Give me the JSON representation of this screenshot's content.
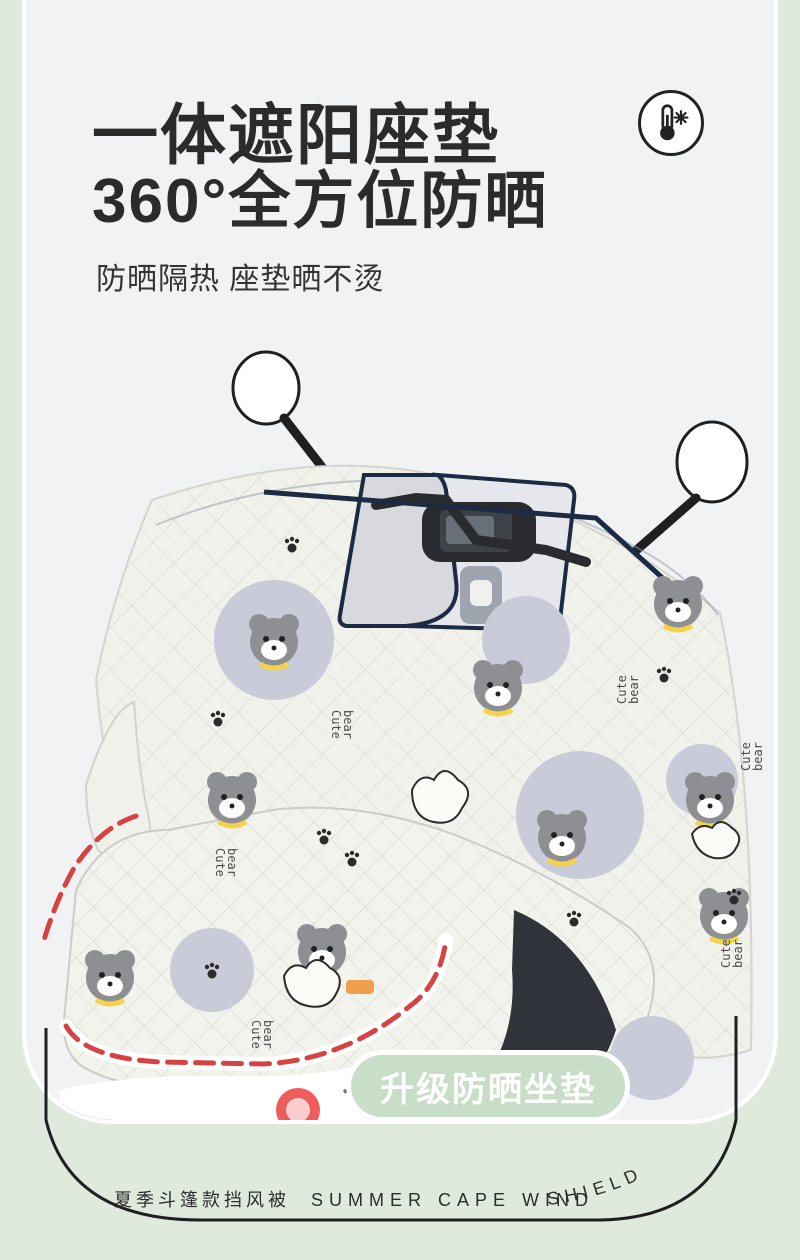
{
  "hero": {
    "title_line1": "一体遮阳座垫",
    "title_line2": "360°全方位防晒",
    "subtitle": "防晒隔热  座垫晒不烫"
  },
  "icon": {
    "name": "thermometer-snowflake-icon"
  },
  "badge": {
    "label": "升级防晒坐垫"
  },
  "footer": {
    "cn_text": "夏季斗篷款挡风被",
    "en_text_1": "SUMMER CAPE WIND",
    "en_text_2": "SHIELD"
  },
  "product_print": {
    "label_text": "Cute bear"
  },
  "colors": {
    "background": "#dfeadc",
    "card": "#f0f2f4",
    "badge": "#c8dec7",
    "accent_red": "#e23b3b",
    "cover": "#f2f2ec",
    "bear_gray": "#8e8f93"
  }
}
